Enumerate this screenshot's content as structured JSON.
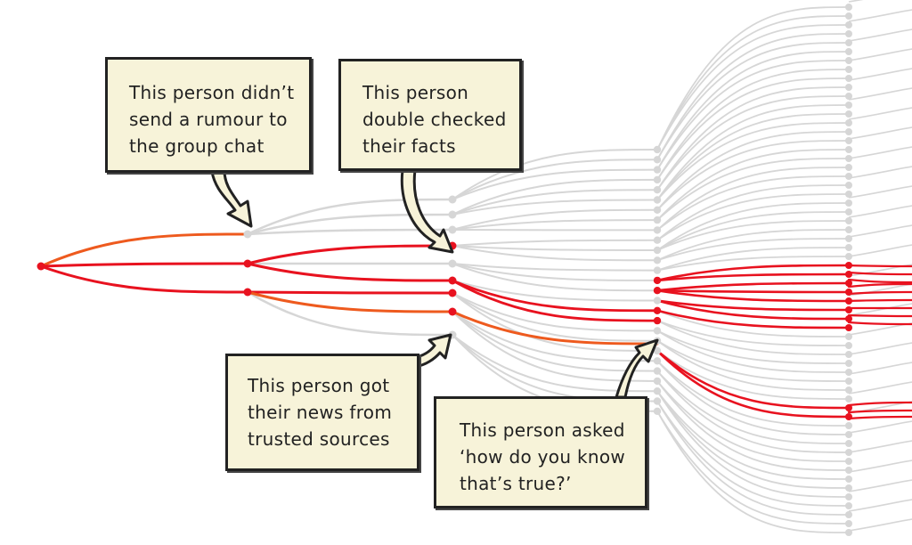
{
  "callouts": {
    "rumour": "This person didn’t\nsend a rumour to\nthe group chat",
    "checked": "This person\ndouble checked\ntheir facts",
    "trusted": "This person got\ntheir news from\ntrusted sources",
    "asked": "This person asked\n‘how do you know\nthat’s true?’"
  },
  "colors": {
    "spread": "#e8121f",
    "spread_secondary": "#ee5a1e",
    "stopped": "#d6d6d6",
    "callout_fill": "#f7f3d9",
    "outline": "#222222"
  }
}
